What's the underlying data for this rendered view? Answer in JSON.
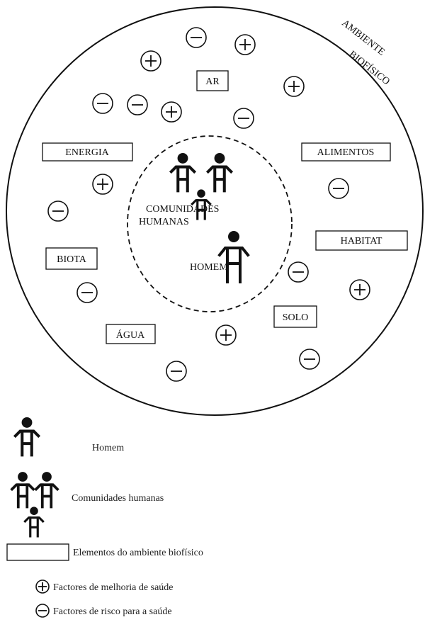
{
  "environment_label": [
    "AMBIENTE",
    "BIOFÍSICO"
  ],
  "center_labels": {
    "communities": [
      "COMUNIDADES",
      "HUMANAS"
    ],
    "man": "HOMEM"
  },
  "elements": [
    {
      "id": "ar",
      "label": "AR"
    },
    {
      "id": "energia",
      "label": "ENERGIA"
    },
    {
      "id": "alimentos",
      "label": "ALIMENTOS"
    },
    {
      "id": "habitat",
      "label": "HABITAT"
    },
    {
      "id": "biota",
      "label": "BIOTA"
    },
    {
      "id": "solo",
      "label": "SOLO"
    },
    {
      "id": "agua",
      "label": "ÁGUA"
    }
  ],
  "factor_symbols": [
    {
      "sign": "minus"
    },
    {
      "sign": "plus"
    },
    {
      "sign": "plus"
    },
    {
      "sign": "plus"
    },
    {
      "sign": "minus"
    },
    {
      "sign": "minus"
    },
    {
      "sign": "plus"
    },
    {
      "sign": "minus"
    },
    {
      "sign": "plus"
    },
    {
      "sign": "minus"
    },
    {
      "sign": "minus"
    },
    {
      "sign": "minus"
    },
    {
      "sign": "minus"
    },
    {
      "sign": "plus"
    },
    {
      "sign": "minus"
    },
    {
      "sign": "plus"
    },
    {
      "sign": "minus"
    },
    {
      "sign": "plus"
    }
  ],
  "legend": {
    "man": "Homem",
    "communities": "Comunidades humanas",
    "element": "Elementos do ambiente biofísico",
    "plus": "Factores de melhoria de saúde",
    "minus": "Factores de risco para a saúde"
  }
}
